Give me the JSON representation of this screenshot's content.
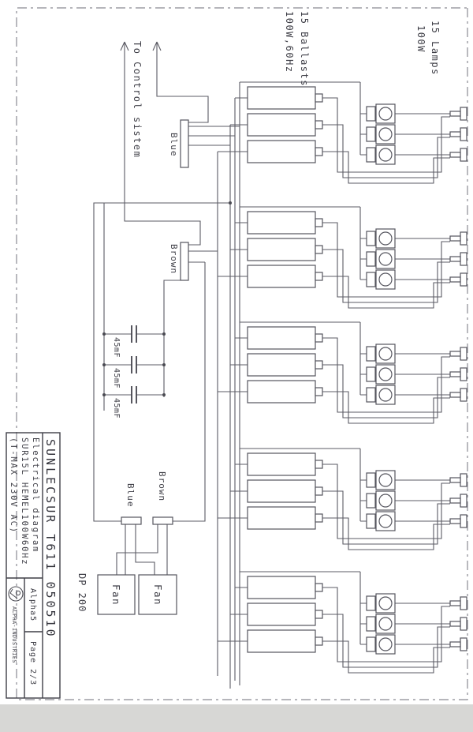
{
  "diagram": {
    "control_label": "To Control sistem",
    "ballast_row": {
      "line1": "15 Ballasts",
      "line2": "100W,60Hz"
    },
    "lamp_row": {
      "line1": "15 Lamps",
      "line2": "100W"
    },
    "main_wiring": {
      "blue": "Blue",
      "brown": "Brown"
    },
    "capacitor_value": "45mF",
    "fan_wiring": {
      "blue": "Blue",
      "brown": "Brown"
    },
    "fan_label": "Fan",
    "dp_label": "DP 200"
  },
  "title_block": {
    "document": "SUNLECSUR T611 050510",
    "description": [
      "Electrical diagram",
      "SUR15L HEMEL100W60Hz",
      "(T-MAX 230V AC)"
    ],
    "model": "Alpha5",
    "page": "Page 2/3",
    "company": "ALPHA-INDUSTRIES"
  },
  "colors": {
    "line": "#5b5b64",
    "text": "#3f3f47",
    "scan_band": "#d7d7d5",
    "paper": "#ffffff"
  }
}
